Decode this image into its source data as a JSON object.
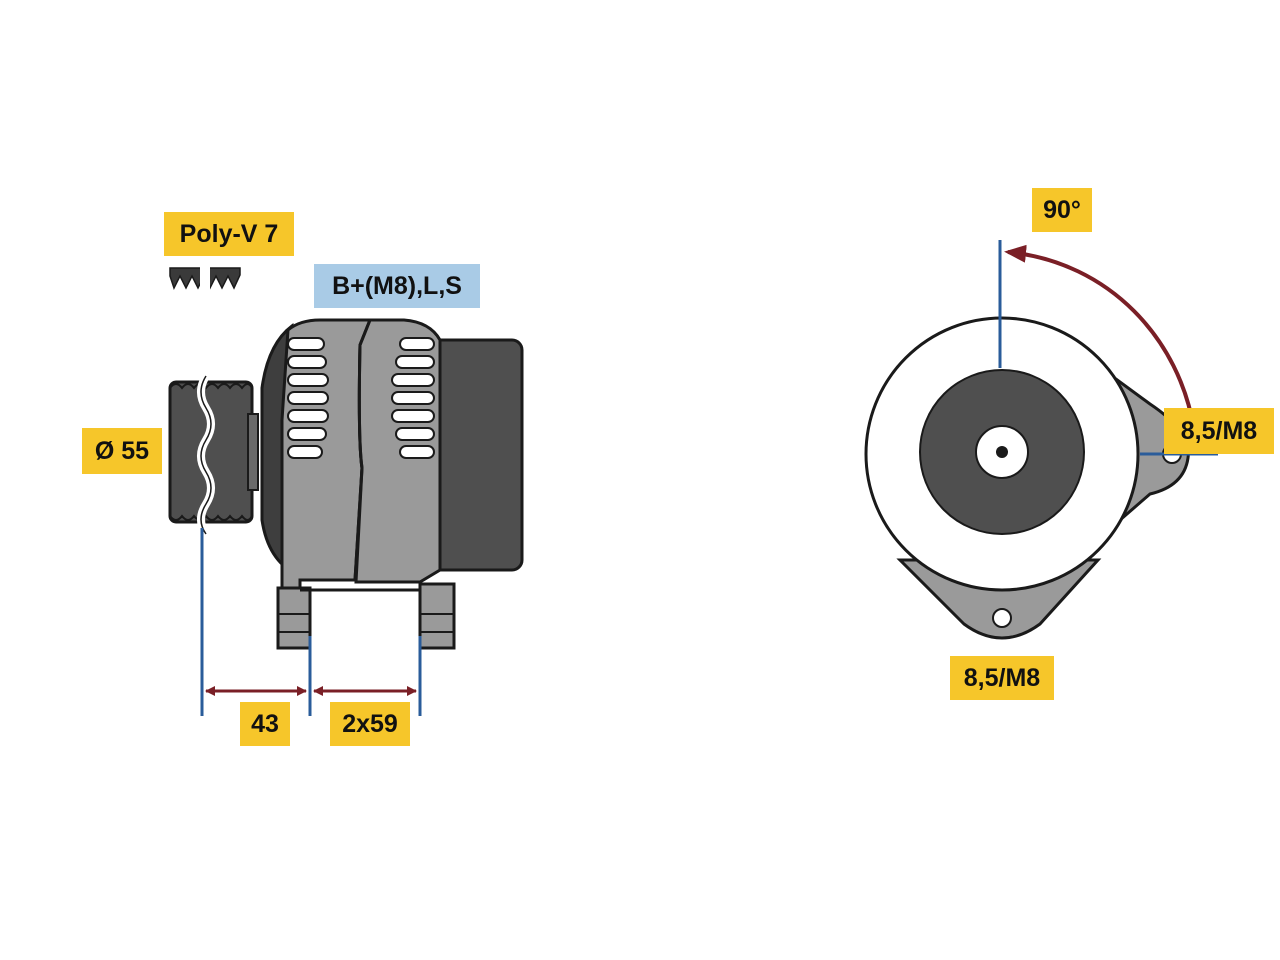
{
  "labels": {
    "belt": "Poly-V 7",
    "terminals": "B+(M8),L,S",
    "pulley_diameter": "Ø 55",
    "dim_pulley_to_mount": "43",
    "dim_mount_spacing": "2x59",
    "rotation_angle": "90°",
    "mount_side": "8,5/M8",
    "mount_bottom": "8,5/M8"
  },
  "colors": {
    "label_yellow": "#f6c62a",
    "label_blue": "#a9cbe6",
    "dimension_line": "#2a5c9a",
    "arrow_dark_red": "#7a1f26",
    "body_gray": "#9a9a9a",
    "body_dark": "#4f4f4f",
    "outline": "#1a1a1a"
  },
  "icons": {
    "belt_profile": "poly-v-belt-icon",
    "pulley": "pulley-icon",
    "rotation": "rotation-arrow-icon"
  }
}
